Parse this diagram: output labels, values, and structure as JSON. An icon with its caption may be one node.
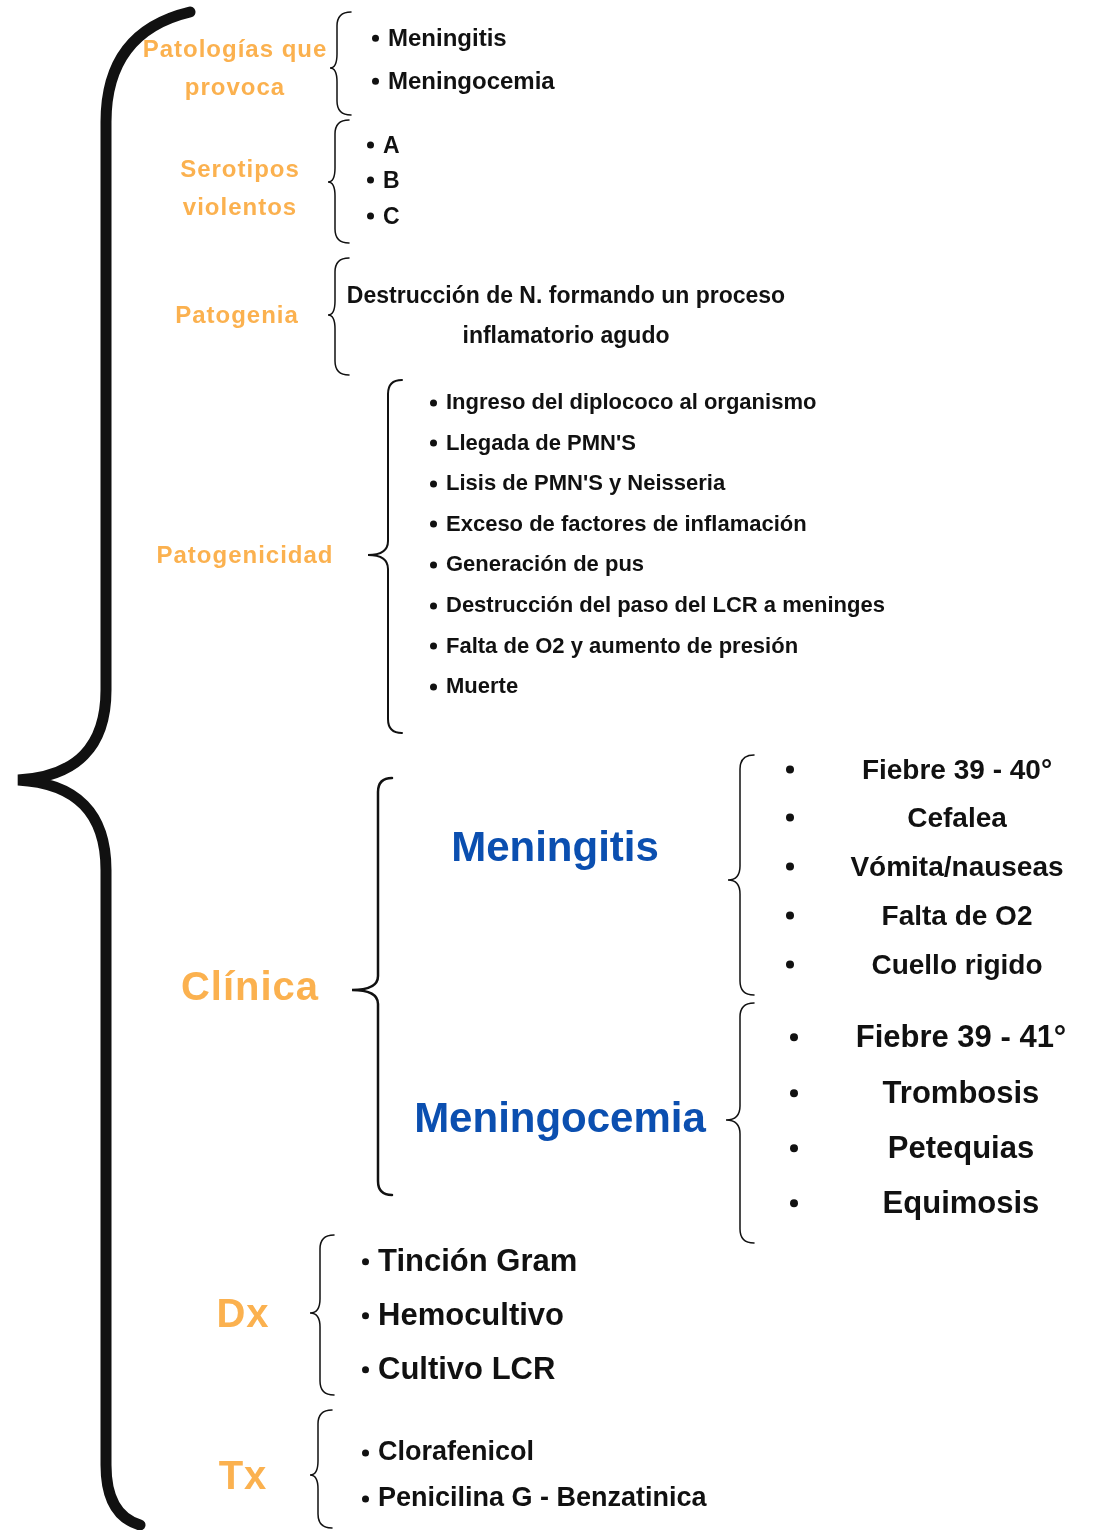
{
  "diagram": {
    "labels": [
      "Patologías que provoca",
      "Meningitis",
      "Meningocemia",
      "Serotipos violentos",
      "A",
      "B",
      "C",
      "Patogenia",
      "Destrucción de N. formando un proceso inflamatorio agudo",
      "Patogenicidad",
      "Ingreso del diplococo al organismo",
      "Llegada de PMN'S",
      "Lisis de PMN'S y Neisseria",
      "Exceso de factores de inflamación",
      "Generación de pus",
      "Destrucción del paso del LCR a meninges",
      "Falta de O2 y aumento de presión",
      "Muerte",
      "Clínica",
      "Meningitis",
      "Fiebre 39 - 40°",
      "Cefalea",
      "Vómita/nauseas",
      "Falta de O2",
      "Cuello rigido",
      "Meningocemia",
      "Fiebre 39 - 41°",
      "Trombosis",
      "Petequias",
      "Equimosis",
      "Dx",
      "Tinción Gram",
      "Hemocultivo",
      "Cultivo LCR",
      "Tx",
      "Clorafenicol",
      "Penicilina G - Benzatinica"
    ]
  }
}
